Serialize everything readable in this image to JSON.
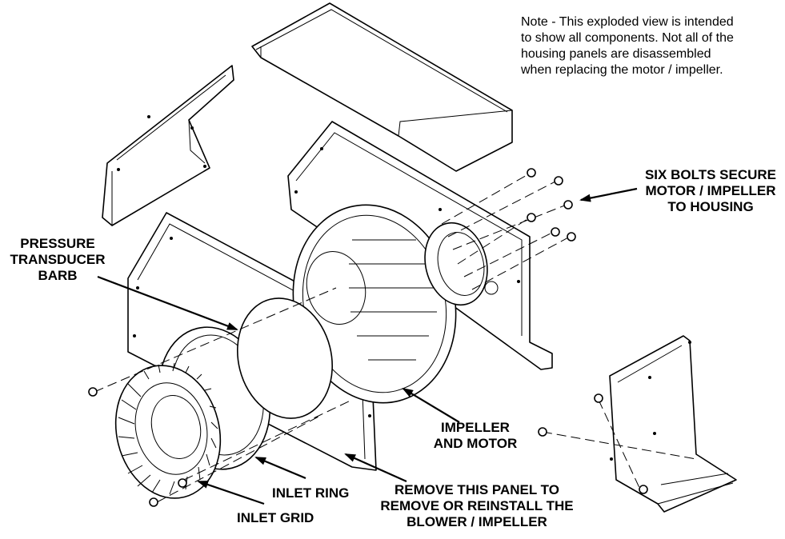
{
  "note": {
    "lines": [
      "Note - This exploded view is intended",
      "to show all components. Not all of the",
      "housing panels are disassembled",
      "when replacing the motor / impeller."
    ]
  },
  "callouts": {
    "six_bolts": [
      "SIX BOLTS SECURE",
      "MOTOR / IMPELLER",
      "TO HOUSING"
    ],
    "pressure_transducer": [
      "PRESSURE",
      "TRANSDUCER",
      "BARB"
    ],
    "impeller_motor": [
      "IMPELLER",
      "AND MOTOR"
    ],
    "inlet_ring": [
      "INLET RING"
    ],
    "inlet_grid": [
      "INLET GRID"
    ],
    "remove_panel": [
      "REMOVE THIS PANEL TO",
      "REMOVE OR REINSTALL THE",
      "BLOWER / IMPELLER"
    ]
  }
}
